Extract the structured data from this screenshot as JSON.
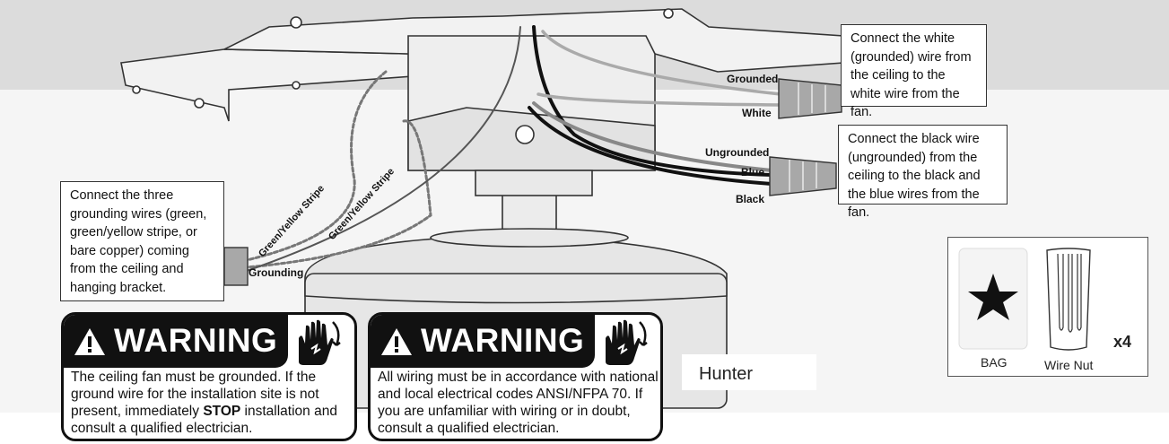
{
  "callouts": {
    "grounding": "Connect the three grounding wires (green, green/yellow stripe, or bare copper) coming from the ceiling and hanging bracket.",
    "white": "Connect the white (grounded) wire from the ceiling to the white wire from the fan.",
    "black": "Connect the black wire (ungrounded) from the ceiling to the black and the blue wires from the fan."
  },
  "wire_labels": {
    "grounded": "Grounded",
    "white": "White",
    "ungrounded": "Ungrounded",
    "blue": "Blue",
    "black": "Black",
    "grounding": "Grounding",
    "stripe_1": "Green/Yellow Stripe",
    "stripe_2": "Green/Yellow Stripe"
  },
  "warnings": [
    {
      "title": "WARNING",
      "text_before": "The ceiling fan must be grounded. If the ground wire for the installation site is not present, immediately ",
      "emphasis": "STOP",
      "text_after": " installation and consult a qualified electrician."
    },
    {
      "title": "WARNING",
      "text": "All wiring must be in accordance with national and local electrical codes ANSI/NFPA 70.  If you are unfamiliar with wiring or in doubt, consult a qualified electrician."
    }
  ],
  "parts": {
    "bag_label": "BAG",
    "wire_nut_label": "Wire Nut",
    "quantity": "x4"
  },
  "brand": "Hunter",
  "colors": {
    "ceiling": "#dcdcdc",
    "warning_black": "#111111",
    "line": "#333333"
  }
}
